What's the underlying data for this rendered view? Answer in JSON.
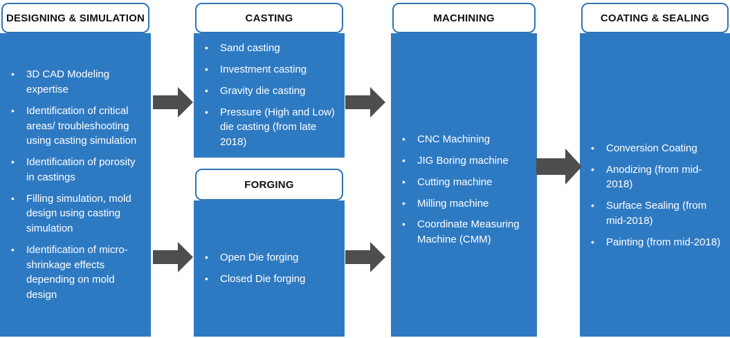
{
  "diagram_title": "",
  "colors": {
    "box_blue": "#2e7ac2",
    "header_border_blue": "#2e74b5",
    "header_background": "#ffffff",
    "header_text": "#111111",
    "bullet_text": "#ffffff",
    "arrow_gray": "#4e4e4e",
    "page_background": "#ffffff"
  },
  "columns": [
    {
      "boxes": [
        {
          "header": "DESIGNING & SIMULATION",
          "items": [
            "3D CAD Modeling expertise",
            "Identification of critical areas/ troubleshooting using casting simulation",
            "Identification of porosity in castings",
            "Filling simulation, mold design using casting simulation",
            "Identification of micro-shrinkage effects depending on mold design"
          ]
        }
      ]
    },
    {
      "boxes": [
        {
          "header": "CASTING",
          "items": [
            "Sand casting",
            "Investment casting",
            "Gravity die casting",
            "Pressure (High and Low) die casting (from late 2018)"
          ]
        },
        {
          "header": "FORGING",
          "items": [
            "Open Die forging",
            "Closed Die forging"
          ]
        }
      ]
    },
    {
      "boxes": [
        {
          "header": "MACHINING",
          "items": [
            "CNC Machining",
            "JIG Boring machine",
            "Cutting machine",
            "Milling machine",
            "Coordinate Measuring Machine (CMM)"
          ]
        }
      ]
    },
    {
      "boxes": [
        {
          "header": "COATING & SEALING",
          "items": [
            "Conversion Coating",
            "Anodizing (from mid-2018)",
            "Surface Sealing (from mid-2018)",
            "Painting (from mid-2018)"
          ]
        }
      ]
    }
  ],
  "arrows": {
    "count": 5,
    "direction": "right"
  }
}
